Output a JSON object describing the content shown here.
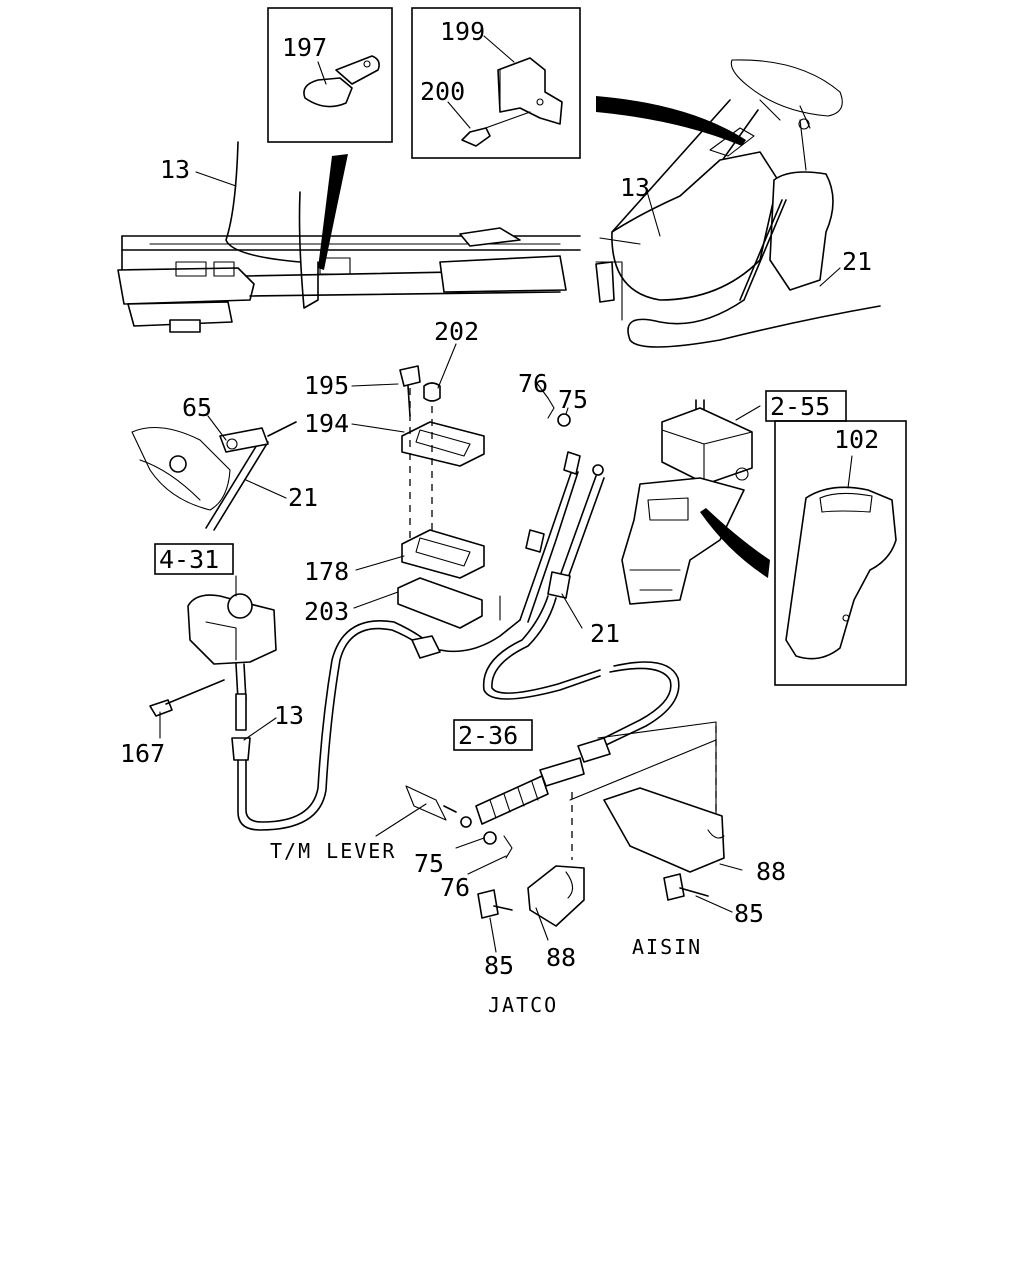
{
  "callouts": {
    "p197": "197",
    "p199": "199",
    "p200": "200",
    "p13_top": "13",
    "p13_right": "13",
    "p21_top": "21",
    "p195": "195",
    "p202": "202",
    "p76_top": "76",
    "p75_top": "75",
    "p194": "194",
    "p65": "65",
    "p21_left": "21",
    "p178": "178",
    "p203": "203",
    "p21_mid": "21",
    "p102": "102",
    "p167": "167",
    "p13_mid": "13",
    "p75_bot": "75",
    "p76_bot": "76",
    "p88_right": "88",
    "p85_right": "85",
    "p85_bot": "85",
    "p88_bot": "88"
  },
  "references": {
    "r255": "2-55",
    "r431": "4-31",
    "r236": "2-36"
  },
  "labels": {
    "tm_lever": "T/M LEVER",
    "aisin": "AISIN",
    "jatco": "JATCO"
  }
}
